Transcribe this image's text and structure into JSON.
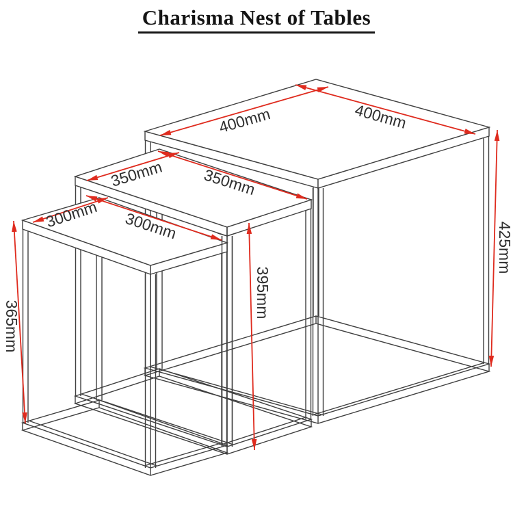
{
  "title": "Charisma Nest of Tables",
  "colors": {
    "line": "#3f3f3f",
    "dimension_red": "#df2b1e",
    "label_text": "#2f2f2f",
    "title_text": "#151515",
    "background": "#ffffff"
  },
  "diagram": {
    "type": "product-dimension-diagram",
    "product": "nest of 3 square frame tables",
    "tables": [
      {
        "name": "large table",
        "top_edge_left": "400mm",
        "top_edge_right": "400mm",
        "height": "425mm"
      },
      {
        "name": "middle table",
        "top_edge_left": "350mm",
        "top_edge_right": "350mm",
        "height": "395mm"
      },
      {
        "name": "small table",
        "top_edge_left": "300mm",
        "top_edge_right": "300mm",
        "height": "365mm"
      }
    ]
  }
}
